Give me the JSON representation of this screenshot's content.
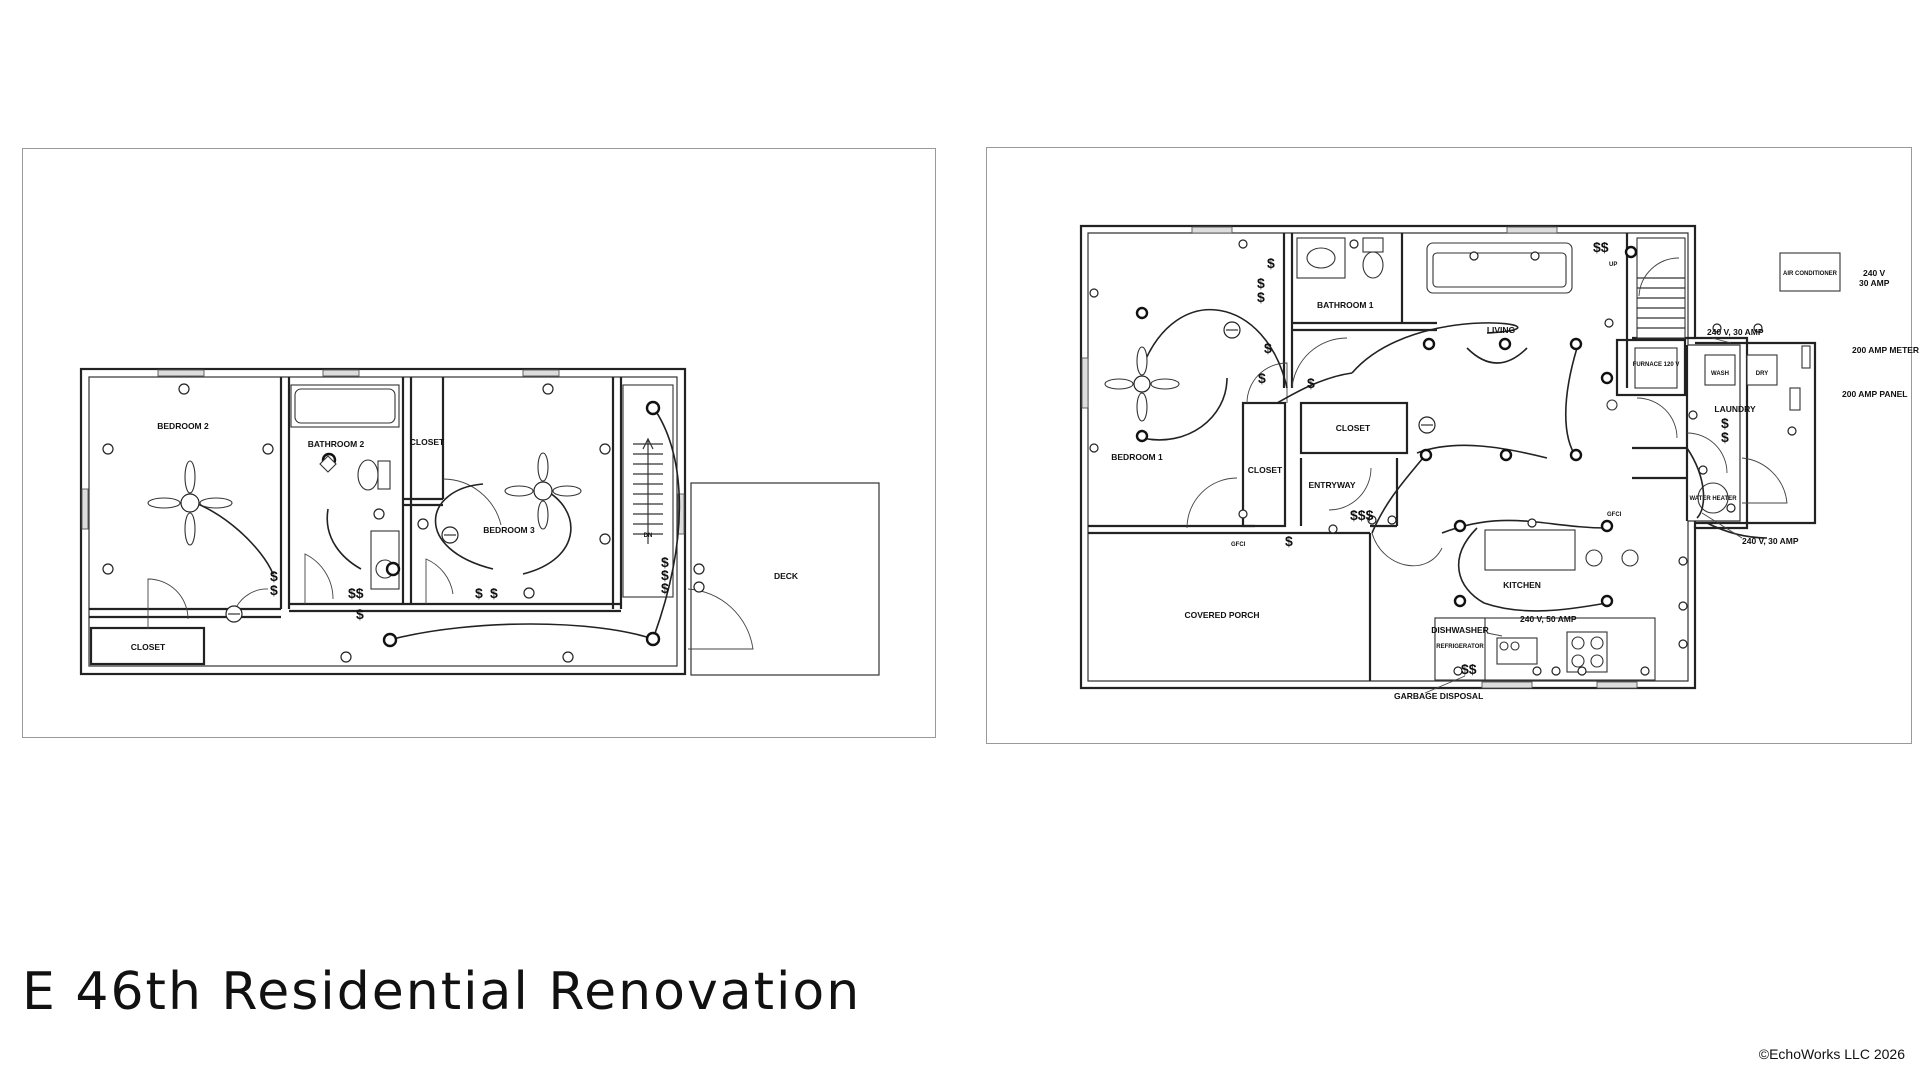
{
  "title": "E 46th Residential Renovation",
  "copyright": "©EchoWorks LLC 2026",
  "plan_left": {
    "labels": {
      "bedroom2": "BEDROOM 2",
      "bathroom2": "BATHROOM 2",
      "closet_top": "CLOSET",
      "bedroom3": "BEDROOM 3",
      "closet_bottom": "CLOSET",
      "deck": "DECK",
      "stair_dn": "DN"
    }
  },
  "plan_right": {
    "labels": {
      "bathroom1": "BATHROOM 1",
      "living": "LIVING",
      "bedroom1": "BEDROOM 1",
      "closet_a": "CLOSET",
      "closet_b": "CLOSET",
      "entryway": "ENTRYWAY",
      "covered_porch": "COVERED PORCH",
      "kitchen": "KITCHEN",
      "dishwasher": "DISHWASHER",
      "dishwasher_power": "240 V, 50 AMP",
      "garbage_disposal": "GARBAGE DISPOSAL",
      "refrigerator": "REFRIGERATOR",
      "laundry": "LAUNDRY",
      "washer": "WASH",
      "dryer": "DRY",
      "laundry_power": "240 V, 30 AMP",
      "water_heater": "WATER HEATER",
      "water_heater_power": "240 V, 30 AMP",
      "furnace": "FURNACE 120 V",
      "air_conditioner": "AIR CONDITIONER",
      "ac_power_v": "240 V",
      "ac_power_a": "30 AMP",
      "meter": "200 AMP METER",
      "panel": "200 AMP PANEL",
      "stair_up": "UP",
      "gfci": "GFCI"
    }
  },
  "symbols": {
    "switch": "$",
    "switch_double": "$$",
    "switch_triple": "$$$",
    "ceiling_fan": "ceiling-fan-icon",
    "smoke_detector": "smoke-detector-icon",
    "outlet": "outlet-icon",
    "light": "light-fixture-icon",
    "thermostat": "thermostat-icon"
  }
}
